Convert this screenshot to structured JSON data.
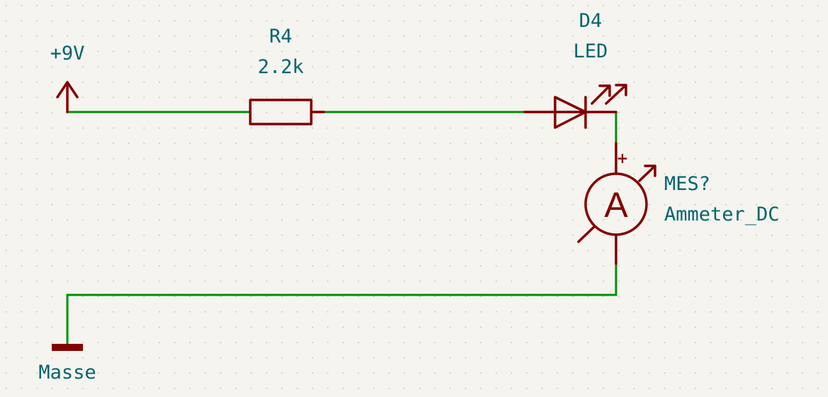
{
  "schematic": {
    "power": {
      "label": "+9V"
    },
    "resistor": {
      "reference": "R4",
      "value": "2.2k"
    },
    "led": {
      "reference": "D4",
      "value": "LED"
    },
    "ammeter": {
      "reference": "MES?",
      "value": "Ammeter_DC",
      "symbol_letter": "A",
      "polarity": "+"
    },
    "ground": {
      "label": "Masse"
    }
  },
  "colors": {
    "background": "#f5f4ef",
    "wire": "#009000",
    "component": "#840000",
    "text": "#00646e"
  }
}
